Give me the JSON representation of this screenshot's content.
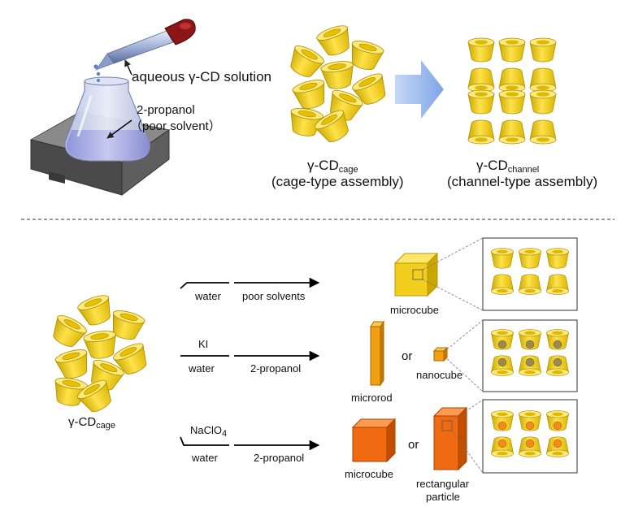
{
  "top": {
    "pipette_label": "aqueous γ-CD solution",
    "flask_label_1": "2-propanol",
    "flask_label_2": "（poor solvent）",
    "cage_label_main": "γ-CD",
    "cage_label_sub": "cage",
    "cage_caption": "(cage-type assembly)",
    "channel_label_main": "γ-CD",
    "channel_label_sub": "channel",
    "channel_caption": "(channel-type assembly)"
  },
  "bottom": {
    "start_label_main": "γ-CD",
    "start_label_sub": "cage",
    "row1": {
      "step1": "water",
      "step2": "poor solvents",
      "product": "microcube"
    },
    "row2": {
      "additive": "KI",
      "step1": "water",
      "step2": "2-propanol",
      "product_a": "microrod",
      "or": "or",
      "product_b": "nanocube"
    },
    "row3": {
      "additive_main": "NaClO",
      "additive_sub": "4",
      "step1": "water",
      "step2": "2-propanol",
      "product_a": "microcube",
      "or": "or",
      "product_b_1": "rectangular",
      "product_b_2": "particle"
    }
  },
  "colors": {
    "cd_yellow": "#f2cf1f",
    "cd_dark": "#b89800",
    "kI_dot": "#9a8a50",
    "naclo4_dot": "#f28a1c",
    "microrod": "#f0a010",
    "orange_cube": "#f06a12",
    "arrow_blue": "#8fb4ec"
  }
}
